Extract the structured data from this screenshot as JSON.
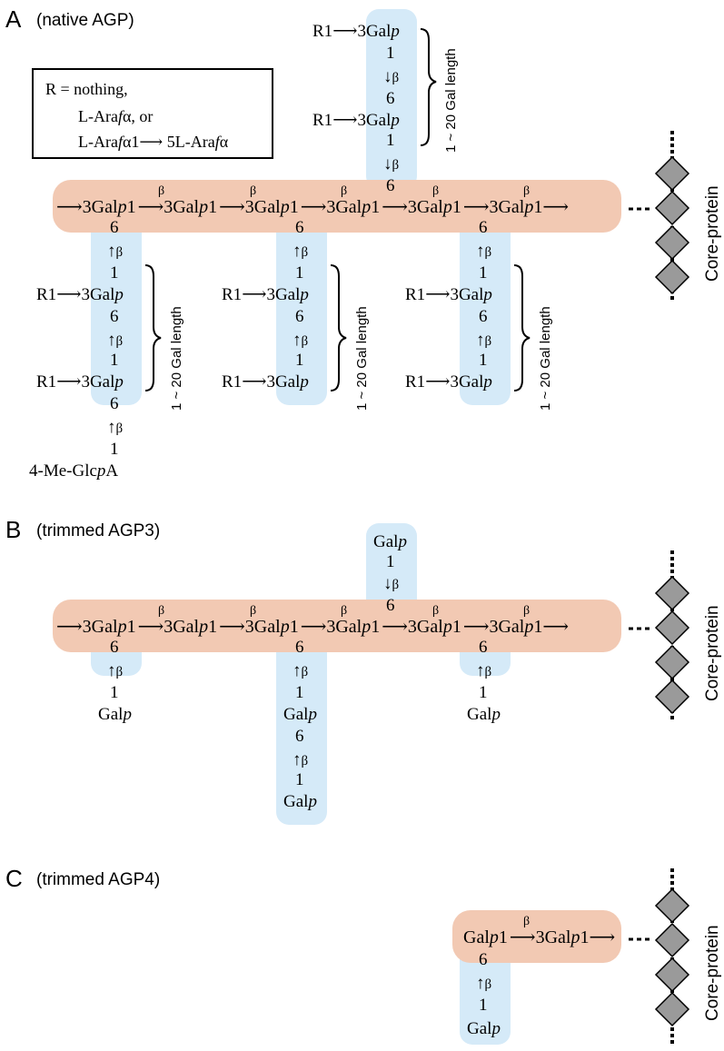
{
  "panels": {
    "A": {
      "letter": "A",
      "title": "(native AGP)",
      "legend": {
        "line1": "R = nothing,",
        "line2": "L-Ara",
        "line2_it": "f",
        "line2_tail": "α, or",
        "line3": "L-Ara",
        "line3_it": "f",
        "line3_tail": "α1⟶ 5L-Ara",
        "line3_it2": "f",
        "line3_tail2": "α"
      },
      "length_label": "1 ~ 20 Gal length",
      "terminal_residue": "4-Me-Glc",
      "terminal_it": "p",
      "terminal_tail": "A"
    },
    "B": {
      "letter": "B",
      "title": "(trimmed AGP3)"
    },
    "C": {
      "letter": "C",
      "title": "(trimmed AGP4)"
    }
  },
  "symbols": {
    "gal_prefix": "3Gal",
    "gal_plain": "Gal",
    "pyranose": "p",
    "one": "1",
    "six": "6",
    "beta": "β",
    "r1": "R1",
    "arrow_right": "⟶",
    "arrow_up": "↑",
    "arrow_down": "↓"
  },
  "core_protein_label": "Core-protein",
  "colors": {
    "backbone_fill": "#f2c9b3",
    "branch_fill": "#d5eaf8",
    "diamond_fill": "#9a9a9a",
    "ink": "#000000"
  }
}
